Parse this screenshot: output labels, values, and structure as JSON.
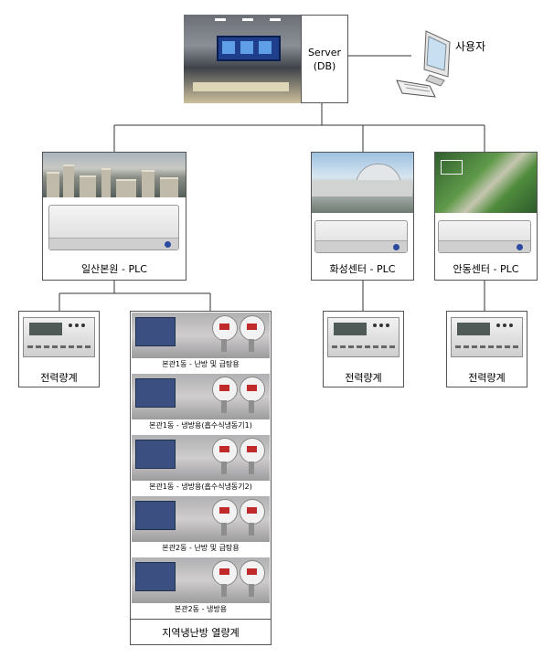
{
  "server": {
    "line1": "Server",
    "line2": "(DB)"
  },
  "user": {
    "label": "사용자"
  },
  "sites": {
    "ilsan": {
      "plc_label": "일산본원 - PLC"
    },
    "hwaseong": {
      "plc_label": "화성센터 - PLC"
    },
    "andong": {
      "plc_label": "안동센터 - PLC"
    }
  },
  "meters": {
    "ilsan": "전력량계",
    "hwaseong": "전력량계",
    "andong": "전력량계"
  },
  "heat_meters": {
    "items": [
      "본관1동 - 난방 및 급탕용",
      "본관1동 - 냉방용(흡수식냉동기1)",
      "본관1동 - 냉방용(흡수식냉동기2)",
      "본관2동 - 난방 및 급탕용",
      "본관2동 - 냉방용"
    ],
    "group_label": "지역냉난방 열량계"
  }
}
